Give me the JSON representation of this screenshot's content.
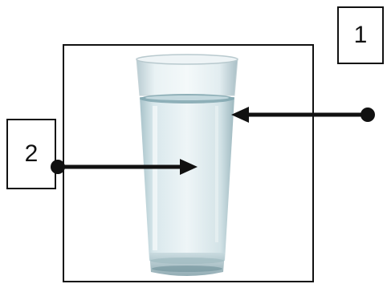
{
  "labels": {
    "one": "1",
    "two": "2"
  },
  "glass": {
    "content": "water",
    "colors": {
      "water": "#d8e8ec",
      "rim": "#c9d6da",
      "meniscus": "#5b8a94",
      "outline": "#111111"
    }
  },
  "arrows": [
    {
      "label": "1",
      "points_to": "water surface"
    },
    {
      "label": "2",
      "points_to": "water"
    }
  ]
}
